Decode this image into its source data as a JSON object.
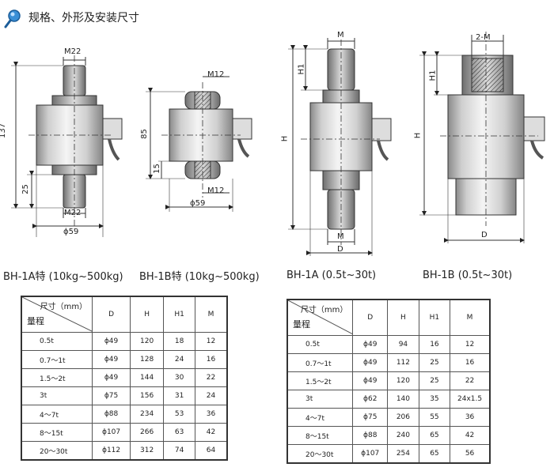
{
  "header": {
    "title": "规格、外形及安装尺寸",
    "icon": "magnifier-icon"
  },
  "drawings": {
    "d1": {
      "top": "M22",
      "bottom": "M22",
      "dia": "ϕ59",
      "height": "137",
      "h25": "25"
    },
    "d2": {
      "top": "M12",
      "bottom": "M12",
      "dia": "ϕ59",
      "height": "85",
      "h15": "15"
    },
    "d3": {
      "m_top": "M",
      "h1": "H1",
      "h": "H",
      "m_bottom": "M",
      "d": "D"
    },
    "d4": {
      "m_top": "2-M",
      "h1": "H1",
      "h": "H",
      "d": "D"
    }
  },
  "captions": {
    "c1": "BH-1A特 (10kg~500kg)",
    "c2": "BH-1B特 (10kg~500kg)",
    "c3": "BH-1A (0.5t~30t)",
    "c4": "BH-1B (0.5t~30t)"
  },
  "table_left": {
    "corner_size": "尺寸（mm）",
    "corner_range": "量程",
    "headers": [
      "D",
      "H",
      "H1",
      "M"
    ],
    "rows": [
      [
        "0.5t",
        "ϕ49",
        "120",
        "18",
        "12"
      ],
      [
        "0.7～1t",
        "ϕ49",
        "128",
        "24",
        "16"
      ],
      [
        "1.5～2t",
        "ϕ49",
        "144",
        "30",
        "22"
      ],
      [
        "3t",
        "ϕ75",
        "156",
        "31",
        "24"
      ],
      [
        "4～7t",
        "ϕ88",
        "234",
        "53",
        "36"
      ],
      [
        "8～15t",
        "ϕ107",
        "266",
        "63",
        "42"
      ],
      [
        "20～30t",
        "ϕ112",
        "312",
        "74",
        "64"
      ]
    ]
  },
  "table_right": {
    "corner_size": "尺寸（mm）",
    "corner_range": "量程",
    "headers": [
      "D",
      "H",
      "H1",
      "M"
    ],
    "rows": [
      [
        "0.5t",
        "ϕ49",
        "94",
        "16",
        "12"
      ],
      [
        "0.7～1t",
        "ϕ49",
        "112",
        "25",
        "16"
      ],
      [
        "1.5～2t",
        "ϕ49",
        "120",
        "25",
        "22"
      ],
      [
        "3t",
        "ϕ62",
        "140",
        "35",
        "24x1.5"
      ],
      [
        "4～7t",
        "ϕ75",
        "206",
        "55",
        "36"
      ],
      [
        "8～15t",
        "ϕ88",
        "240",
        "65",
        "42"
      ],
      [
        "20～30t",
        "ϕ107",
        "254",
        "65",
        "56"
      ]
    ]
  }
}
